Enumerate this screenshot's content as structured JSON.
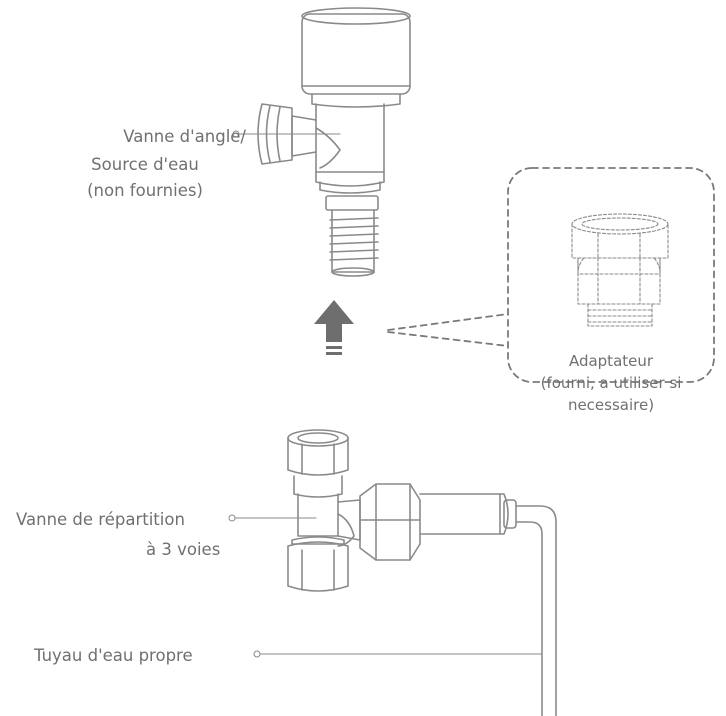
{
  "labels": {
    "angle_valve_line1": "Vanne d'angle/",
    "angle_valve_line2": "Source d'eau",
    "angle_valve_line3": "(non fournies)",
    "splitter_line1": "Vanne de répartition",
    "splitter_line2": "à 3 voies",
    "pipe": "Tuyau d'eau propre",
    "adapter_line1": "Adaptateur",
    "adapter_line2": "(fourni, a utiliser si",
    "adapter_line3": "necessaire)"
  },
  "colors": {
    "line": "#8a8a8a",
    "arrow": "#6e6e6e",
    "dashed_box": "#7a7a7a",
    "background": "#ffffff"
  }
}
